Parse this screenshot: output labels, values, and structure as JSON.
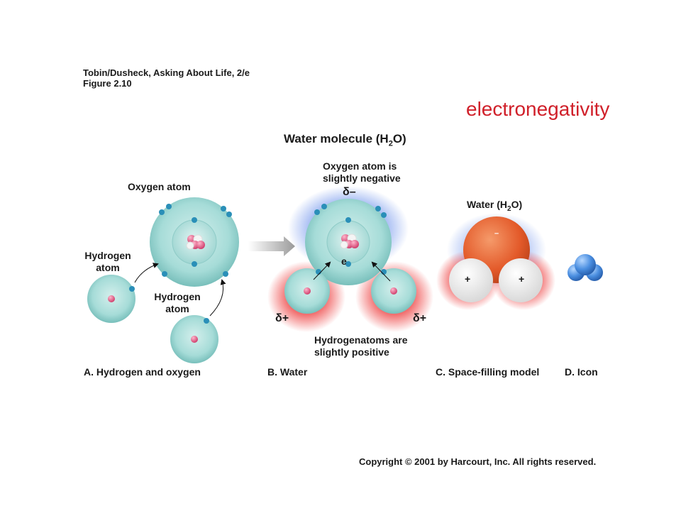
{
  "source": {
    "line1": "Tobin/Dusheck, Asking About Life, 2/e",
    "line2": "Figure 2.10"
  },
  "keyword": "electronegativity",
  "title": {
    "main": "Water molecule (H",
    "sub": "2",
    "end": "O)"
  },
  "labels": {
    "oxygen_atom": "Oxygen atom",
    "hydrogen_atom_left_1": "Hydrogen",
    "hydrogen_atom_left_2": "atom",
    "hydrogen_atom_bottom_1": "Hydrogen",
    "hydrogen_atom_bottom_2": "atom",
    "oxygen_negative_1": "Oxygen atom is",
    "oxygen_negative_2": "slightly negative",
    "delta_minus": "δ–",
    "electron": "e",
    "delta_plus_left": "δ+",
    "delta_plus_right": "δ+",
    "hydrogen_positive_1": "Hydrogenatoms are",
    "hydrogen_positive_2": "slightly positive",
    "water_label": {
      "main": "Water (H",
      "sub": "2",
      "end": "O)"
    },
    "minus_sign": "–",
    "plus_left": "+",
    "plus_right": "+"
  },
  "panels": {
    "a": "A. Hydrogen and oxygen",
    "b": "B. Water",
    "c": "C. Space-filling model",
    "d": "D. Icon"
  },
  "copyright": "Copyright © 2001 by Harcourt, Inc. All rights reserved.",
  "colors": {
    "keyword": "#d0202a",
    "atom_fill": "#a6dcd8",
    "electron": "#2a8fb8",
    "nucleus": "#d84a78",
    "oxygen_model": "#e35a2a",
    "negative_glow": "#8aa8ee",
    "positive_glow": "#ee5555",
    "icon_blue": "#3a7fd4"
  }
}
